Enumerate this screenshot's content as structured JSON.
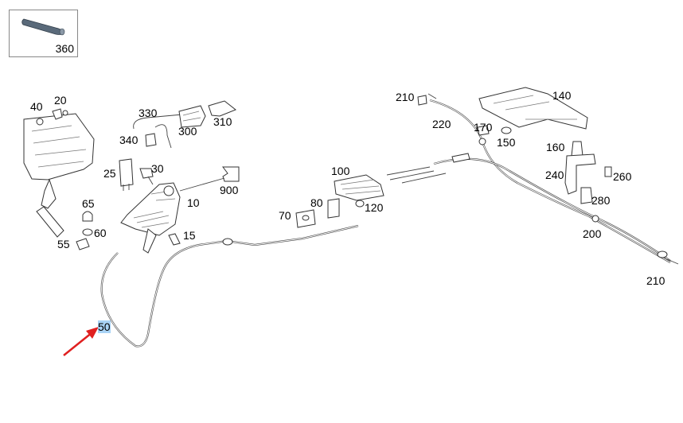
{
  "thumbnail": {
    "label": "360"
  },
  "callouts": [
    {
      "key": "c40",
      "text": "40"
    },
    {
      "key": "c20",
      "text": "20"
    },
    {
      "key": "c330",
      "text": "330"
    },
    {
      "key": "c300",
      "text": "300"
    },
    {
      "key": "c310",
      "text": "310"
    },
    {
      "key": "c340",
      "text": "340"
    },
    {
      "key": "c25",
      "text": "25"
    },
    {
      "key": "c30",
      "text": "30"
    },
    {
      "key": "c900",
      "text": "900"
    },
    {
      "key": "c10",
      "text": "10"
    },
    {
      "key": "c65",
      "text": "65"
    },
    {
      "key": "c60",
      "text": "60"
    },
    {
      "key": "c55",
      "text": "55"
    },
    {
      "key": "c15",
      "text": "15"
    },
    {
      "key": "c50",
      "text": "50"
    },
    {
      "key": "c100",
      "text": "100"
    },
    {
      "key": "c80",
      "text": "80"
    },
    {
      "key": "c70",
      "text": "70"
    },
    {
      "key": "c120",
      "text": "120"
    },
    {
      "key": "c210a",
      "text": "210"
    },
    {
      "key": "c220",
      "text": "220"
    },
    {
      "key": "c170",
      "text": "170"
    },
    {
      "key": "c150",
      "text": "150"
    },
    {
      "key": "c140",
      "text": "140"
    },
    {
      "key": "c160",
      "text": "160"
    },
    {
      "key": "c240",
      "text": "240"
    },
    {
      "key": "c260",
      "text": "260"
    },
    {
      "key": "c280",
      "text": "280"
    },
    {
      "key": "c200",
      "text": "200"
    },
    {
      "key": "c210b",
      "text": "210"
    }
  ],
  "selected_callout": "50",
  "colors": {
    "highlight": "#a9d3f5",
    "arrow": "#e02020",
    "thumb_part": "#5a6a7a"
  }
}
